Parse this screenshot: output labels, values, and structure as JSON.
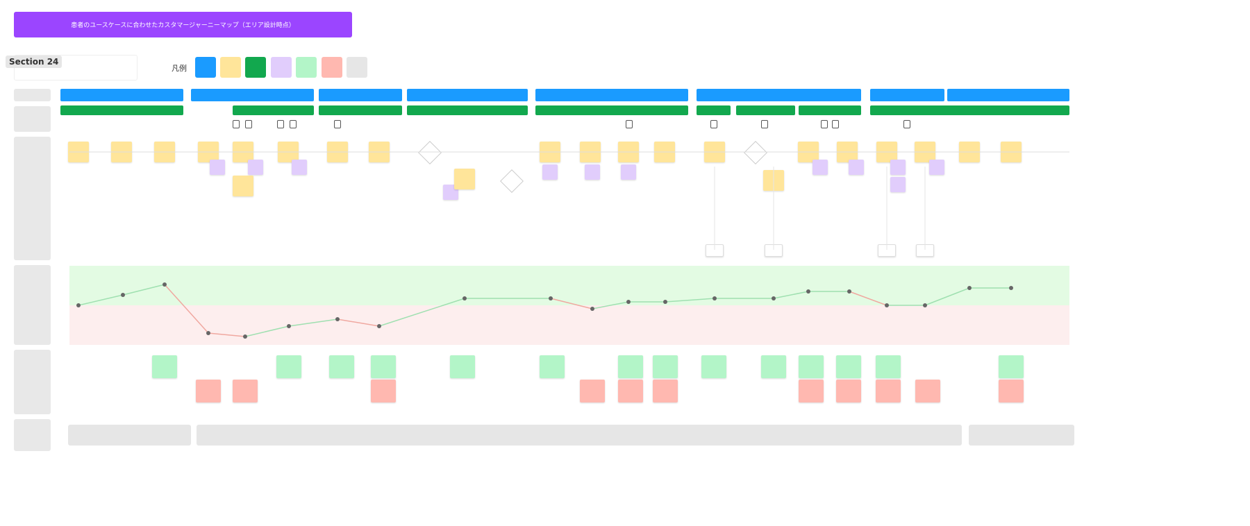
{
  "title": "患者のユースケースに合わせたカスタマージャーニーマップ（エリア設計時点）",
  "section": {
    "label": "Section 24"
  },
  "legend": {
    "label": "凡例",
    "colors": [
      "#1a9bff",
      "#ffe59a",
      "#12a84e",
      "#e1cdfc",
      "#b3f5c8",
      "#ffb8b0",
      "#e6e6e6"
    ]
  },
  "colors": {
    "title": "#9b45ff",
    "phase": "#1a9bff",
    "touchpoint": "#12a84e",
    "action": "#ffe59a",
    "sub": "#e1cdfc",
    "gain": "#b3f5c8",
    "pain": "#ffb8b0",
    "positive_band": "#e3fbe3",
    "negative_band": "#fdeeee"
  },
  "chart_data": {
    "type": "line",
    "title": "",
    "ylim": [
      -1,
      1
    ],
    "values": [
      0,
      0.3,
      0.6,
      -0.8,
      -0.9,
      -0.6,
      -0.4,
      -0.6,
      0.2,
      0.2,
      -0.1,
      0.1,
      0.1,
      0.2,
      0.2,
      0.4,
      0.4,
      0,
      0,
      0.5,
      0.5
    ]
  }
}
